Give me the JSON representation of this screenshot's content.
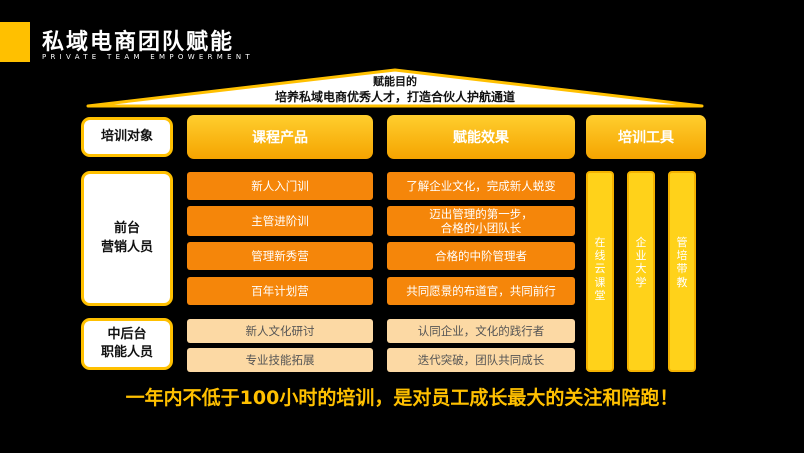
{
  "header": {
    "title": "私域电商团队赋能",
    "subtitle": "PRIVATE TEAM EMPOWERMENT"
  },
  "roof": {
    "line1": "赋能目的",
    "line2": "培养私域电商优秀人才，打造合伙人护航通道"
  },
  "columns": {
    "target_label": "培训对象",
    "product": "课程产品",
    "effect": "赋能效果",
    "tools": "培训工具"
  },
  "groups": [
    {
      "label_line1": "前台",
      "label_line2": "营销人员",
      "rows": [
        {
          "course": "新人入门训",
          "effect_line1": "了解企业文化，完成新人蜕变",
          "effect_line2": ""
        },
        {
          "course": "主管进阶训",
          "effect_line1": "迈出管理的第一步，",
          "effect_line2": "合格的小团队长"
        },
        {
          "course": "管理新秀营",
          "effect_line1": "合格的中阶管理者",
          "effect_line2": ""
        },
        {
          "course": "百年计划营",
          "effect_line1": "共同愿景的布道官，共同前行",
          "effect_line2": ""
        }
      ]
    },
    {
      "label_line1": "中后台",
      "label_line2": "职能人员",
      "rows": [
        {
          "course": "新人文化研讨",
          "effect_line1": "认同企业，文化的践行者",
          "effect_line2": ""
        },
        {
          "course": "专业技能拓展",
          "effect_line1": "迭代突破，团队共同成长",
          "effect_line2": ""
        }
      ]
    }
  ],
  "tools": [
    {
      "name": "在线云课堂",
      "chars": [
        "在",
        "线",
        "云",
        "课",
        "堂"
      ]
    },
    {
      "name": "企业大学",
      "chars": [
        "企",
        "业",
        "大",
        "学"
      ]
    },
    {
      "name": "管培带教",
      "chars": [
        "管",
        "培",
        "带",
        "教"
      ]
    }
  ],
  "footer": "一年内不低于100小时的培训，是对员工成长最大的关注和陪跑！",
  "colors": {
    "accent": "#FFC000",
    "cell_orange": "#F5860A",
    "cell_light": "#FCD9A4",
    "background": "#000000"
  }
}
